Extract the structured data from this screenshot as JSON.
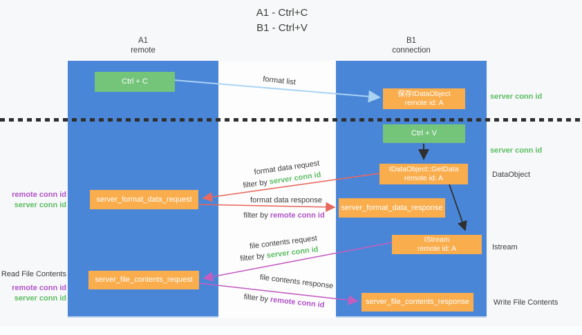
{
  "title": {
    "line1": "A1 - Ctrl+C",
    "line2": "B1 - Ctrl+V"
  },
  "lifelines": {
    "a": {
      "name": "A1",
      "role": "remote"
    },
    "b": {
      "name": "B1",
      "role": "connection"
    }
  },
  "nodes": {
    "ctrl_c": "Ctrl + C",
    "ctrl_v": "Ctrl + V",
    "save_dataobject": {
      "line1": "保存IDataObject",
      "line2": "remote id: A"
    },
    "getdata": {
      "line1": "IDataObject::GetData",
      "line2": "remote id: A"
    },
    "istream": {
      "line1": "IStream",
      "line2": "remote id: A"
    },
    "format_request": "server_format_data_request",
    "format_response": "server_format_data_response",
    "file_request": "server_file_contents_request",
    "file_response": "server_file_contents_response"
  },
  "side_labels": {
    "server_conn_top": "server conn id",
    "server_conn_mid": "server conn id",
    "dataobject": "DataObject",
    "istream": "Istream",
    "write_file": "Write File Contents",
    "read_file": "Read File Contents",
    "remote_conn_1": "remote conn id",
    "server_conn_1": "server conn id",
    "remote_conn_2": "remote conn id",
    "server_conn_2": "server conn id"
  },
  "edge_labels": {
    "format_list": "format list",
    "format_data_request": "format data request",
    "format_data_response": "format data response",
    "file_contents_request": "file contents request",
    "file_contents_response": "file contents response",
    "filter_by_1": "filter by",
    "filter_server_1": "server conn id",
    "filter_by_2": "filter by",
    "filter_remote_1": "remote conn id",
    "filter_by_3": "filter by",
    "filter_server_2": "server conn id",
    "filter_by_4": "filter by",
    "filter_remote_2": "remote conn id"
  },
  "colors": {
    "bg": "#f7f8f9",
    "panel": "#fdfdfe",
    "blue": "#4a86d8",
    "green": "#74c47a",
    "orange": "#f9ad4d",
    "lightblue": "#a9d3f2",
    "red": "#e8695d",
    "pink": "#c35ec0",
    "black_arrow": "#2f2f2f",
    "text_dark": "#3b3b3b",
    "text_green": "#5cbd63",
    "text_purple": "#b053c6"
  }
}
